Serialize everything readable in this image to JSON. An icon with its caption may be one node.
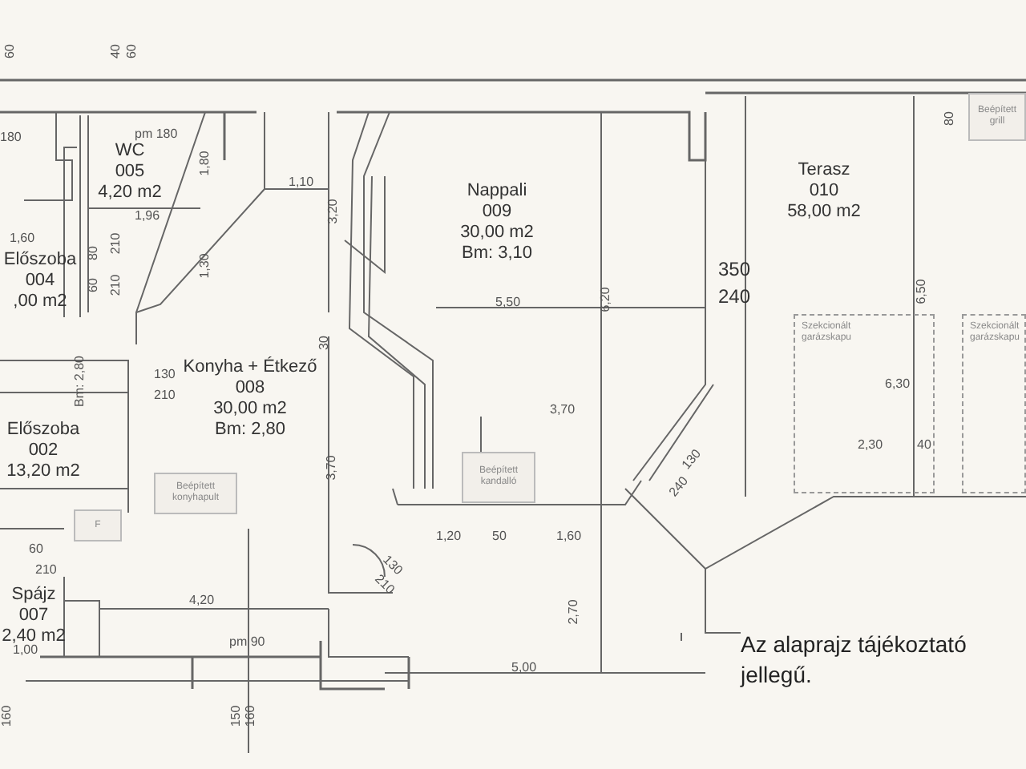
{
  "diagram": {
    "nodes": [
      {
        "text": [
          "WC",
          "005",
          "4,20 m2"
        ]
      },
      {
        "text": [
          "Előszoba",
          "004",
          ",00 m2"
        ]
      },
      {
        "text": [
          "Konyha + Étkező",
          "008",
          "30,00 m2",
          "Bm: 2,80"
        ]
      },
      {
        "text": [
          "Előszoba",
          "002",
          "13,20 m2"
        ]
      },
      {
        "text": [
          "Spájz",
          "007",
          "2,40 m2"
        ]
      },
      {
        "text": [
          "Nappali",
          "009",
          "30,00 m2",
          "Bm: 3,10"
        ]
      },
      {
        "text": [
          "Terasz",
          "010",
          "58,00 m2"
        ]
      },
      {
        "text": [
          "Beépített grill"
        ]
      },
      {
        "text": [
          "Szekcionált garázskapu"
        ]
      },
      {
        "text": [
          "Szekcionált garázskapu"
        ]
      },
      {
        "text": [
          "Beépített konyhapult"
        ]
      },
      {
        "text": [
          "F"
        ]
      },
      {
        "text": [
          "Beépített kandalló"
        ]
      }
    ],
    "labels": [
      "60",
      "40",
      "60",
      "80",
      "180",
      "pm 180",
      "1,80",
      "1,10",
      "1,96",
      "3,20",
      "1,60",
      "80",
      "210",
      "1,30",
      "350",
      "60",
      "210",
      "240",
      "6,20",
      "6,50",
      "5,50",
      "30",
      "Bm: 2,80",
      "130",
      "210",
      "6,30",
      "3,70",
      "2,30",
      "40",
      "3,70",
      "130",
      "240",
      "1,20",
      "50",
      "1,60",
      "60",
      "130",
      "210",
      "210",
      "4,20",
      "2,70",
      "1,00",
      "pm 90",
      "5,00",
      "160",
      "150",
      "160",
      "Az alaprajz tájékoztató jellegű."
    ]
  }
}
